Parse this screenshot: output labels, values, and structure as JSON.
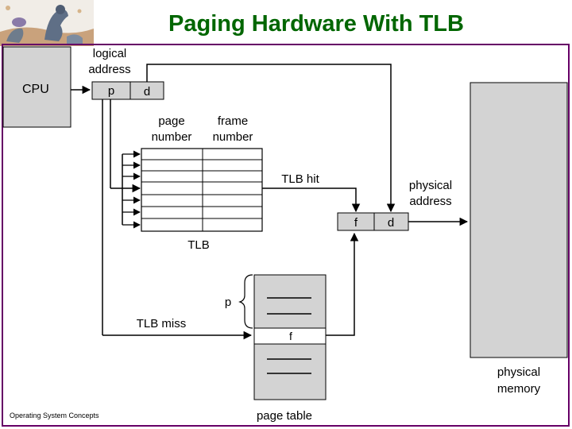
{
  "title": "Paging Hardware With TLB",
  "footer": "Operating System Concepts",
  "colors": {
    "title": "#006600",
    "frame": "#660066",
    "box_fill": "#d3d3d3",
    "line": "#000000"
  },
  "diagram": {
    "cpu_label": "CPU",
    "logical_address": [
      "logical",
      "address"
    ],
    "p_field": "p",
    "d_field": "d",
    "page_number": [
      "page",
      "number"
    ],
    "frame_number": [
      "frame",
      "number"
    ],
    "tlb_hit": "TLB hit",
    "tlb_label": "TLB",
    "physical_address": [
      "physical",
      "address"
    ],
    "f_field": "f",
    "d_field_physical": "d",
    "p_brace_label": "p",
    "tlb_miss": "TLB miss",
    "page_table_f": "f",
    "page_table_label": "page table",
    "physical_memory": [
      "physical",
      "memory"
    ]
  }
}
